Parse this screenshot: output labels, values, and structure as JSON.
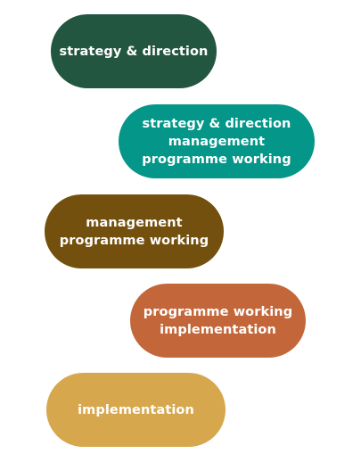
{
  "stages": [
    {
      "lines": [
        "strategy & direction"
      ],
      "color": "#235641"
    },
    {
      "lines": [
        "strategy & direction",
        "management",
        "programme working"
      ],
      "color": "#049688"
    },
    {
      "lines": [
        "management",
        "programme working"
      ],
      "color": "#73500d"
    },
    {
      "lines": [
        "programme working",
        "implementation"
      ],
      "color": "#c3673b"
    },
    {
      "lines": [
        "implementation"
      ],
      "color": "#d6a74c"
    }
  ]
}
